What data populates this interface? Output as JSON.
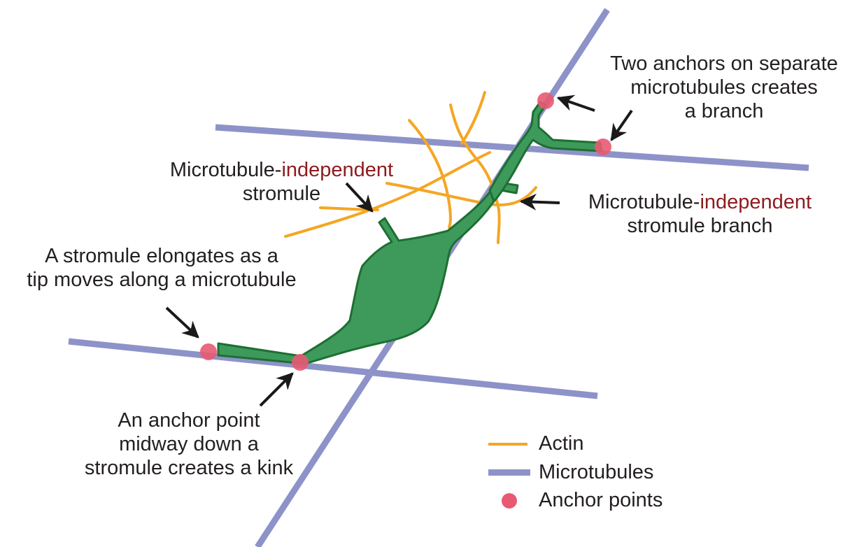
{
  "colors": {
    "actin": "#f5a623",
    "microtubule": "#8d93c8",
    "anchor": "#e85a72",
    "stromule_fill": "#3d9a5a",
    "stromule_stroke": "#1e6e33",
    "text": "#231f20",
    "highlight": "#8e1b1f",
    "arrow": "#1a1a1a"
  },
  "labels": {
    "two_anchors": {
      "line1": "Two anchors on separate",
      "line2": "microtubules creates",
      "line3": "a branch"
    },
    "mt_independent_stromule": {
      "prefix": "Microtubule-",
      "highlight": "independent",
      "line2": "stromule"
    },
    "mt_independent_branch": {
      "prefix": "Microtubule-",
      "highlight": "independent",
      "line2": "stromule branch"
    },
    "elongates": {
      "line1": "A stromule elongates as a",
      "line2": "tip moves along a microtubule"
    },
    "kink": {
      "line1": "An anchor point",
      "line2": "midway down a",
      "line3": "stromule creates a kink"
    }
  },
  "legend": [
    {
      "key": "actin",
      "label": "Actin",
      "color": "#f5a623",
      "shape": "line"
    },
    {
      "key": "microtubules",
      "label": "Microtubules",
      "color": "#8d93c8",
      "shape": "bar"
    },
    {
      "key": "anchors",
      "label": "Anchor points",
      "color": "#e85a72",
      "shape": "dot"
    }
  ]
}
